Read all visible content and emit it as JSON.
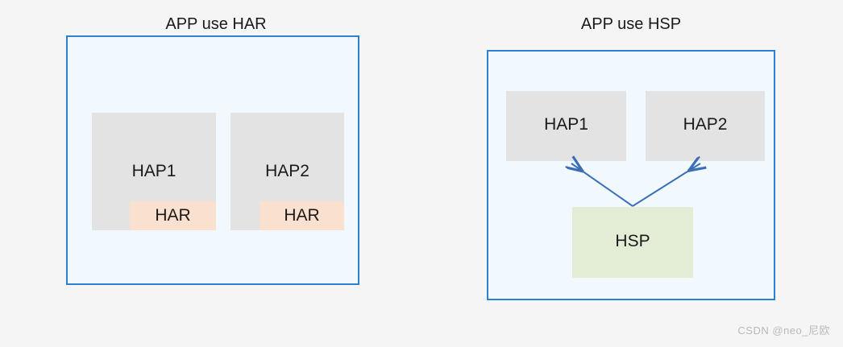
{
  "page": {
    "background_color": "#f5f5f5",
    "watermark": "CSDN @neo_尼欧"
  },
  "palette": {
    "container_border": "#2e80d3",
    "container_fill": "#f1f8fe",
    "hap_fill": "#e3e3e3",
    "har_fill": "#fae0cf",
    "hsp_fill": "#e3ecd5",
    "arrow_color": "#3a6fb5",
    "text_color": "#1a1a1a",
    "watermark_color": "#b9b9b9"
  },
  "panels": [
    {
      "id": "har",
      "title": "APP use HAR",
      "blocks": [
        {
          "name": "hap1",
          "label": "HAP1"
        },
        {
          "name": "hap2",
          "label": "HAP2"
        }
      ],
      "chips": [
        {
          "name": "har-chip-1",
          "label": "HAR"
        },
        {
          "name": "har-chip-2",
          "label": "HAR"
        }
      ]
    },
    {
      "id": "hsp",
      "title": "APP use HSP",
      "blocks": [
        {
          "name": "hap1",
          "label": "HAP1"
        },
        {
          "name": "hap2",
          "label": "HAP2"
        }
      ],
      "shared": {
        "name": "hsp",
        "label": "HSP"
      },
      "arrows": [
        {
          "from": "HSP",
          "to": "HAP1"
        },
        {
          "from": "HSP",
          "to": "HAP2"
        }
      ]
    }
  ]
}
